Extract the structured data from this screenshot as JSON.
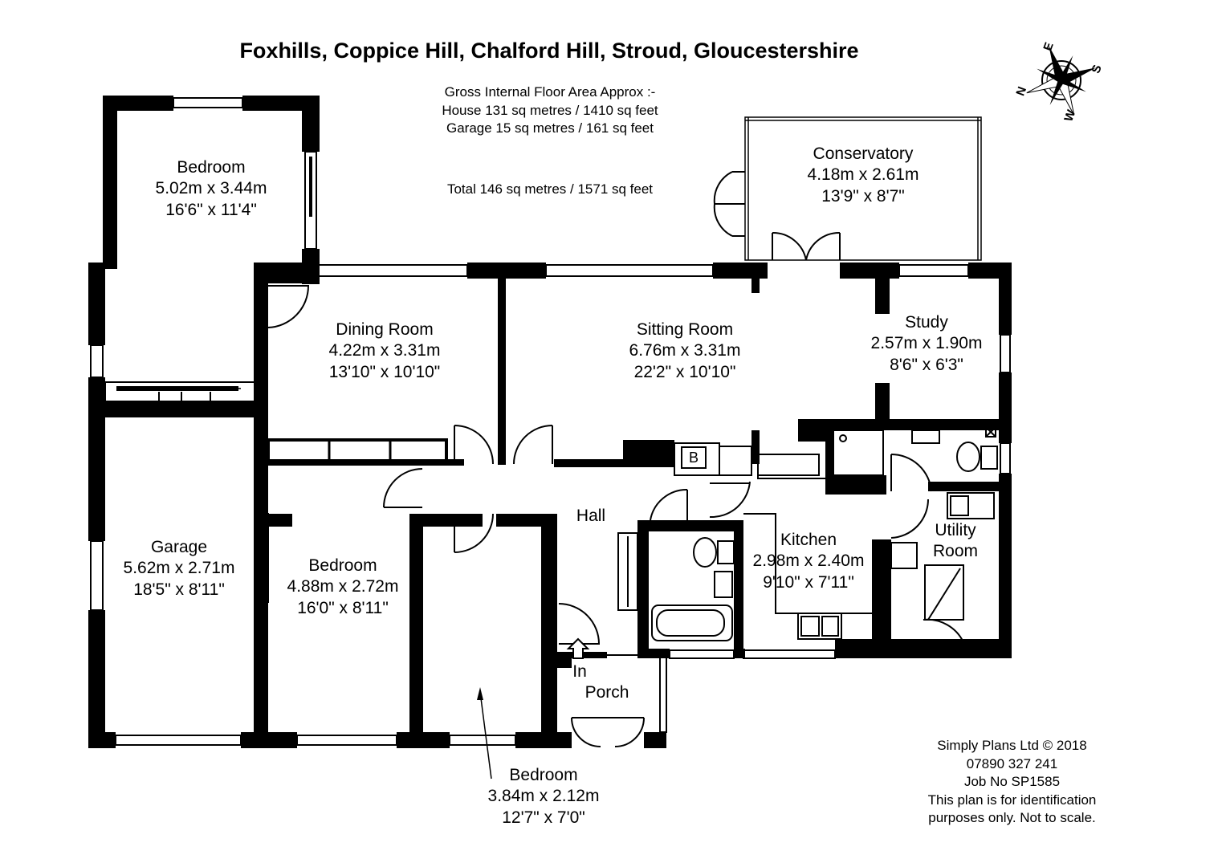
{
  "title": "Foxhills, Coppice Hill, Chalford Hill, Stroud, Gloucestershire",
  "floor_area": {
    "heading": "Gross Internal Floor Area Approx :-",
    "house": "House 131 sq metres / 1410 sq feet",
    "garage": "Garage 15 sq metres / 161 sq feet",
    "total": "Total 146 sq metres / 1571 sq feet"
  },
  "rooms": {
    "bedroom_nw": {
      "name": "Bedroom",
      "metric": "5.02m x 3.44m",
      "imperial": "16'6\" x 11'4\""
    },
    "conservatory": {
      "name": "Conservatory",
      "metric": "4.18m x 2.61m",
      "imperial": "13'9\" x 8'7\""
    },
    "dining_room": {
      "name": "Dining Room",
      "metric": "4.22m x 3.31m",
      "imperial": "13'10\" x 10'10\""
    },
    "sitting_room": {
      "name": "Sitting Room",
      "metric": "6.76m x 3.31m",
      "imperial": "22'2\" x 10'10\""
    },
    "study": {
      "name": "Study",
      "metric": "2.57m x 1.90m",
      "imperial": "8'6\" x 6'3\""
    },
    "garage": {
      "name": "Garage",
      "metric": "5.62m x 2.71m",
      "imperial": "18'5\" x 8'11\""
    },
    "bedroom_sw": {
      "name": "Bedroom",
      "metric": "4.88m x 2.72m",
      "imperial": "16'0\" x 8'11\""
    },
    "hall": {
      "name": "Hall"
    },
    "kitchen": {
      "name": "Kitchen",
      "metric": "2.98m x 2.40m",
      "imperial": "9'10\" x 7'11\""
    },
    "utility": {
      "line1": "Utility",
      "line2": "Room"
    },
    "porch": {
      "name": "Porch"
    },
    "bedroom_s": {
      "name": "Bedroom",
      "metric": "3.84m x 2.12m",
      "imperial": "12'7\" x 7'0\""
    }
  },
  "entry_label": "In",
  "boiler_label": "B",
  "compass": {
    "n": "N",
    "e": "E",
    "s": "S",
    "w": "W"
  },
  "credits": {
    "company": "Simply Plans Ltd © 2018",
    "phone": "07890 327 241",
    "job": "Job No SP1585",
    "note1": "This plan is for identification",
    "note2": "purposes only. Not to scale."
  }
}
